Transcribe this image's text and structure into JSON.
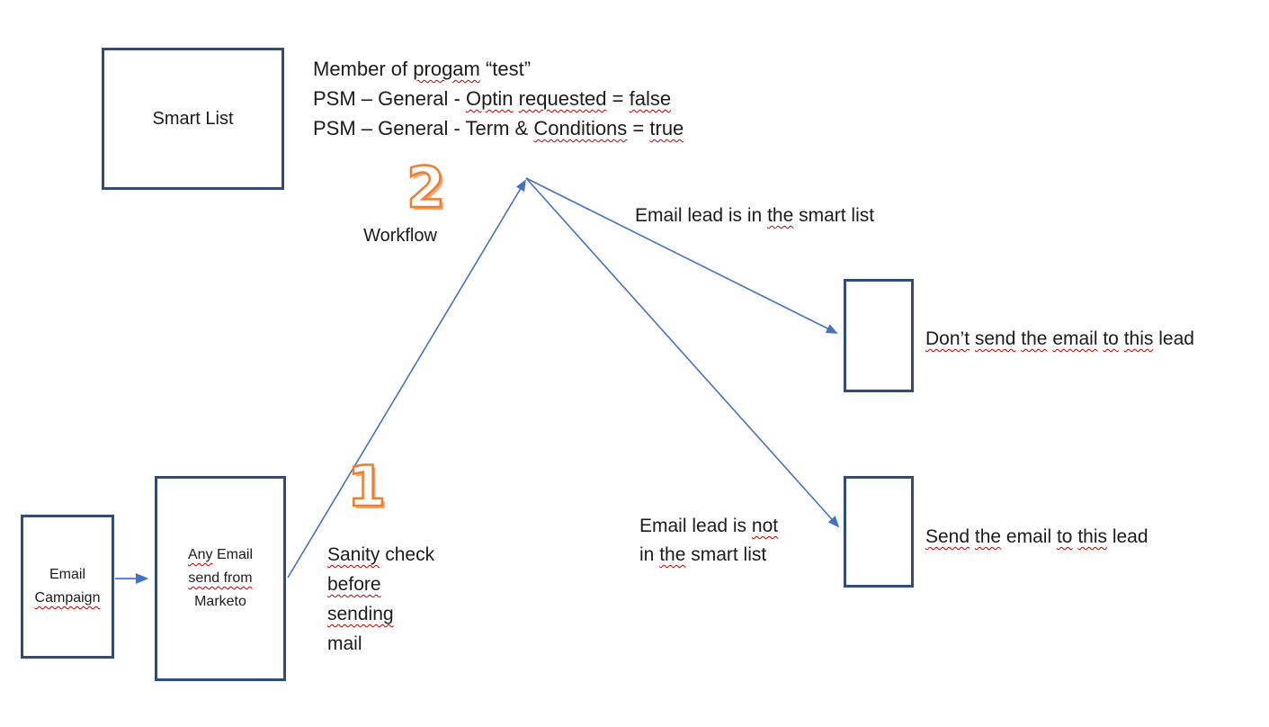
{
  "colors": {
    "box_border": "#2F4D79",
    "arrow": "#4472C4",
    "step_number_orange": "#ED7D31",
    "text": "#1b1b1b",
    "spellcheck_squiggle": "#C00000"
  },
  "nodes": {
    "smart_list": {
      "label": "Smart List"
    },
    "email_campaign": {
      "lines": [
        [
          {
            "t": "Email"
          }
        ],
        [
          {
            "t": "Campaign",
            "s": true
          }
        ]
      ]
    },
    "any_email": {
      "lines": [
        [
          {
            "t": "Any",
            "s": true
          },
          {
            "t": " Email"
          }
        ],
        [
          {
            "t": "send from",
            "s": true
          }
        ],
        [
          {
            "t": "Marketo"
          }
        ]
      ]
    }
  },
  "annotations": {
    "criteria": {
      "lines": [
        [
          {
            "t": "Member of "
          },
          {
            "t": "progam",
            "s": true
          },
          {
            "t": " “test”"
          }
        ],
        [
          {
            "t": "PSM – General - "
          },
          {
            "t": "Optin",
            "s": true
          },
          {
            "t": " "
          },
          {
            "t": "requested",
            "s": true
          },
          {
            "t": " = "
          },
          {
            "t": "false",
            "s": true
          }
        ],
        [
          {
            "t": "PSM – General - Term & "
          },
          {
            "t": "Conditions",
            "s": true
          },
          {
            "t": " = "
          },
          {
            "t": "true",
            "s": true
          }
        ]
      ]
    },
    "step_2": {
      "number": "2",
      "label": "Workflow"
    },
    "step_1": {
      "number": "1",
      "lines": [
        [
          {
            "t": "Sanity",
            "s": true
          },
          {
            "t": " check"
          }
        ],
        [
          {
            "t": "before",
            "s": true
          }
        ],
        [
          {
            "t": "sending",
            "s": true
          }
        ],
        [
          {
            "t": "mail"
          }
        ]
      ]
    },
    "lead_in_list": {
      "lines": [
        [
          {
            "t": "Email lead is in "
          },
          {
            "t": "the",
            "s": true
          },
          {
            "t": " smart list"
          }
        ]
      ]
    },
    "lead_not_in_list": {
      "lines": [
        [
          {
            "t": "Email lead is "
          },
          {
            "t": "not",
            "s": true
          }
        ],
        [
          {
            "t": "in "
          },
          {
            "t": "the",
            "s": true
          },
          {
            "t": " smart list"
          }
        ]
      ]
    },
    "dont_send": {
      "lines": [
        [
          {
            "t": "Don’t",
            "s": true
          },
          {
            "t": " "
          },
          {
            "t": "send",
            "s": true
          },
          {
            "t": " "
          },
          {
            "t": "the",
            "s": true
          },
          {
            "t": " "
          },
          {
            "t": "email",
            "s": true
          },
          {
            "t": " "
          },
          {
            "t": "to",
            "s": true
          },
          {
            "t": " "
          },
          {
            "t": "this",
            "s": true
          },
          {
            "t": " lead"
          }
        ]
      ]
    },
    "send": {
      "lines": [
        [
          {
            "t": "Send",
            "s": true
          },
          {
            "t": " "
          },
          {
            "t": "the",
            "s": true
          },
          {
            "t": " email "
          },
          {
            "t": "to",
            "s": true
          },
          {
            "t": " "
          },
          {
            "t": "this",
            "s": true
          },
          {
            "t": " lead"
          }
        ]
      ]
    }
  }
}
